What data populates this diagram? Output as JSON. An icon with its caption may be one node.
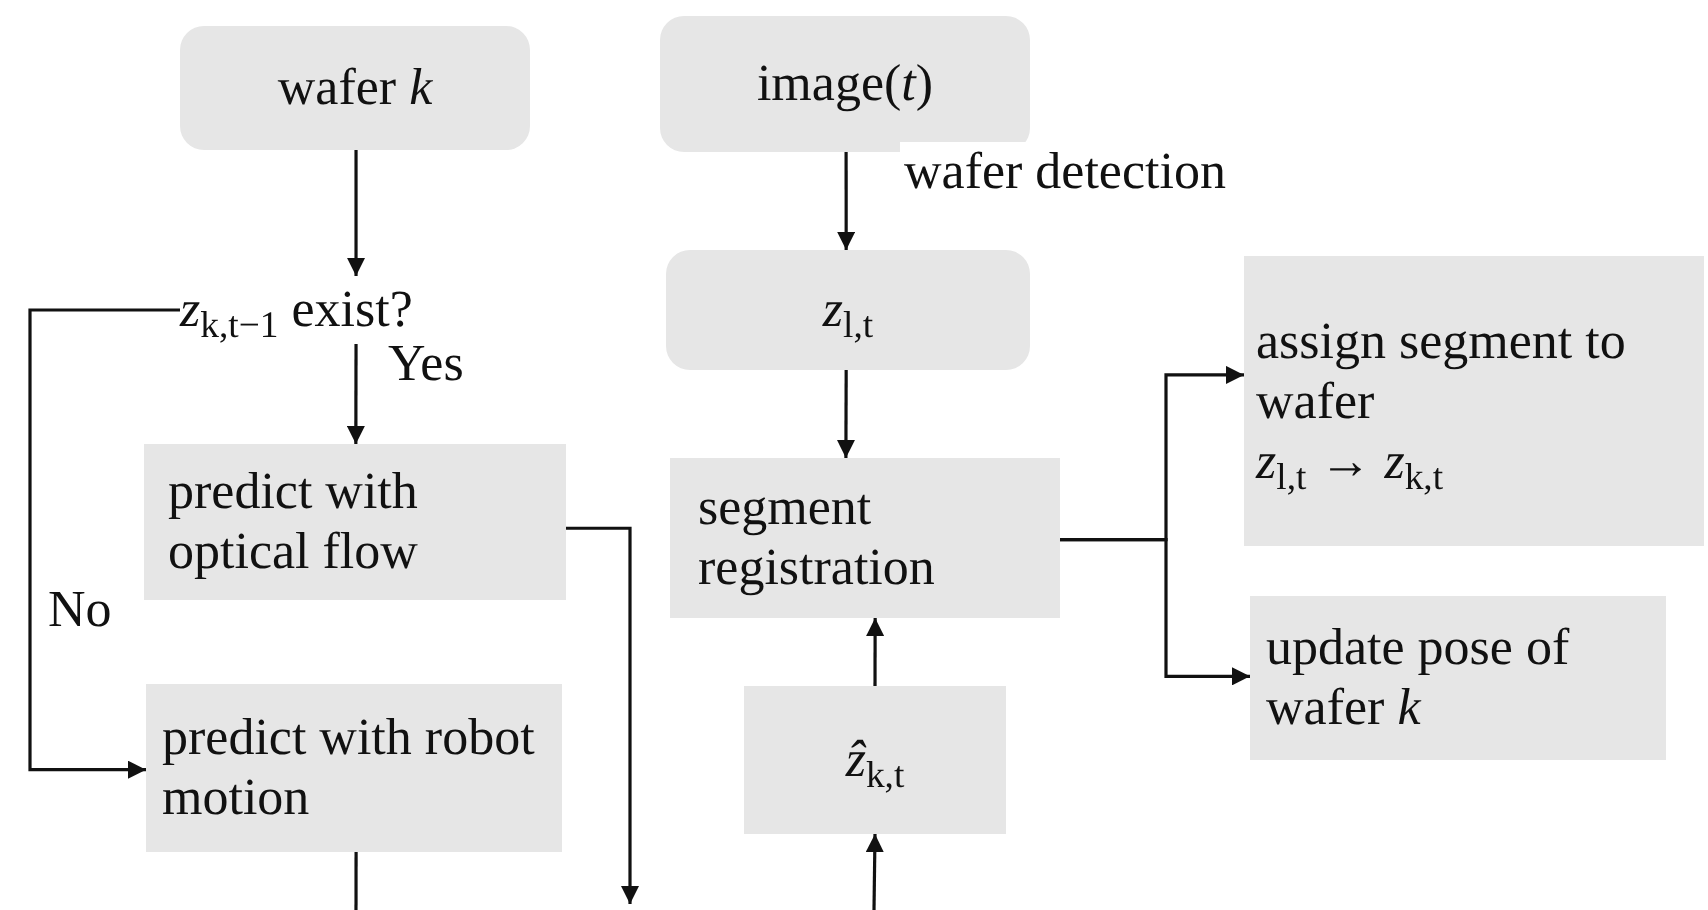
{
  "diagram": {
    "nodes": [
      {
        "text": [
          "wafer *k*"
        ]
      },
      {
        "text": [
          "image(*t*)"
        ]
      },
      {
        "text": [
          "*z*$_{k,t−1}$ exist?"
        ]
      },
      {
        "text": [
          "*z*$_{l,t}$"
        ]
      },
      {
        "text": [
          "predict with optical flow"
        ]
      },
      {
        "text": [
          "segment registration"
        ]
      },
      {
        "text": [
          "assign segment to wafer",
          "*z*$_{l,t}$ → *z*$_{k,t}$"
        ]
      },
      {
        "text": [
          "update pose of wafer *k*"
        ]
      },
      {
        "text": [
          "predict with robot motion"
        ]
      },
      {
        "text": [
          "*ẑ*$_{k,t}$"
        ]
      }
    ],
    "edges": [
      {
        "from": 0,
        "to": 2,
        "arrow": "to"
      },
      {
        "from": 1,
        "to": 3,
        "arrow": "to",
        "label": "wafer detection"
      },
      {
        "from": 2,
        "to": 4,
        "arrow": "to",
        "label": "Yes"
      },
      {
        "from": 2,
        "to": 8,
        "arrow": "to",
        "label": "No"
      },
      {
        "from": 3,
        "to": 5,
        "arrow": "to"
      },
      {
        "from": 5,
        "to": 6,
        "arrow": "to"
      },
      {
        "from": 5,
        "to": 7,
        "arrow": "to"
      },
      {
        "from": 9,
        "to": 5,
        "arrow": "to"
      },
      {
        "from": 4,
        "to": null,
        "arrow": "to"
      },
      {
        "from": 8,
        "to": null,
        "arrow": "none"
      },
      {
        "from": null,
        "to": 9,
        "arrow": "to"
      }
    ]
  }
}
